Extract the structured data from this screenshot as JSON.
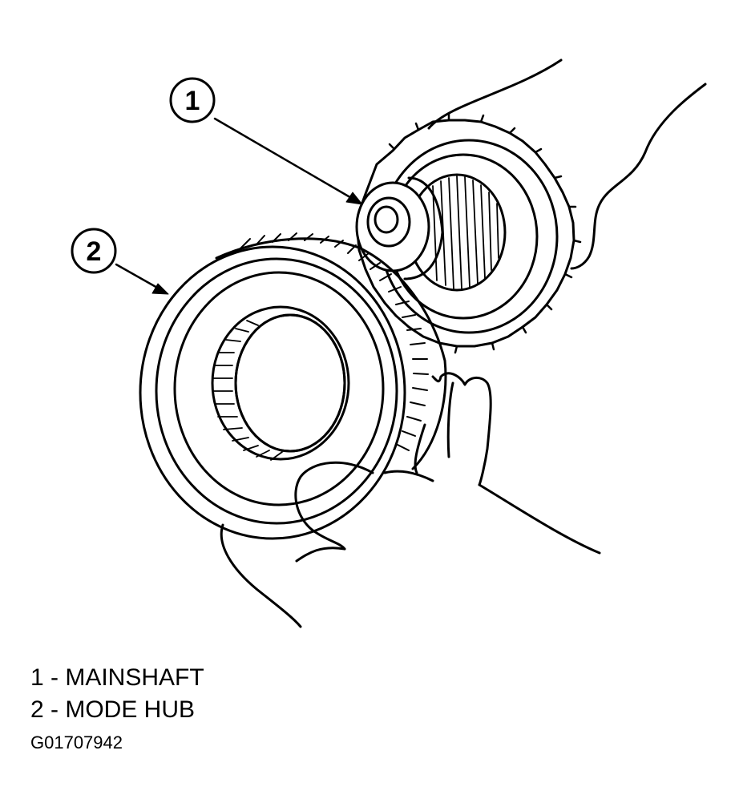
{
  "callouts": [
    {
      "number": "1"
    },
    {
      "number": "2"
    }
  ],
  "legend": [
    {
      "text": "1 - MAINSHAFT"
    },
    {
      "text": "2 - MODE HUB"
    }
  ],
  "figure_id": "G01707942",
  "colors": {
    "ink": "#000000",
    "paper": "#ffffff"
  }
}
